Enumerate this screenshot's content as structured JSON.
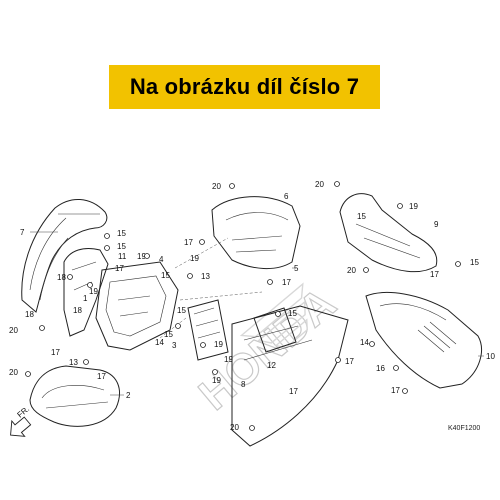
{
  "banner": {
    "text": "Na obrázku díl číslo 7",
    "color": "#f2c200"
  },
  "watermark": "HONDA",
  "diagram_code": "K40F1200",
  "direction_label": "FR.",
  "callouts": [
    "1",
    "2",
    "3",
    "4",
    "5",
    "6",
    "7",
    "8",
    "9",
    "10",
    "11",
    "12",
    "13",
    "14",
    "15",
    "16",
    "17",
    "18",
    "19",
    "20"
  ]
}
